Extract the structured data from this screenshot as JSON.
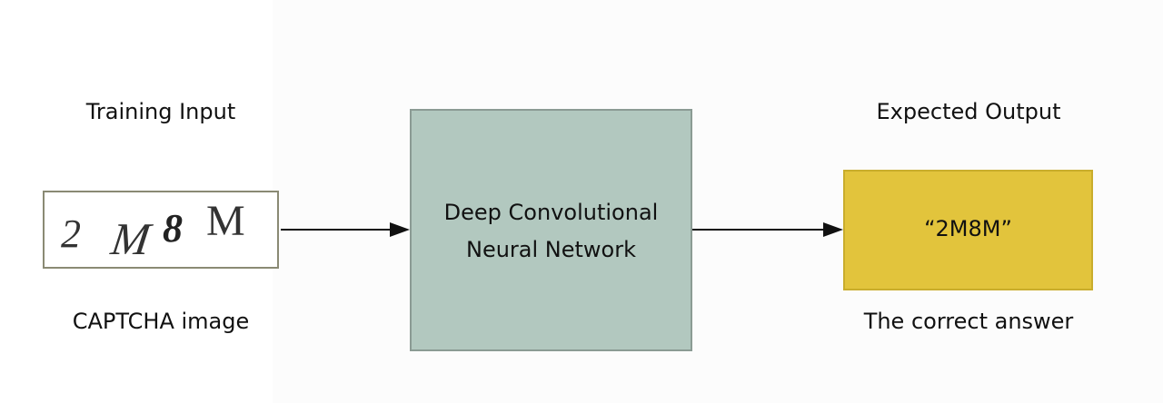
{
  "input": {
    "heading": "Training Input",
    "captcha_chars": [
      "2",
      "M",
      "8",
      "M"
    ],
    "caption": "CAPTCHA image"
  },
  "network": {
    "line1": "Deep Convolutional",
    "line2": "Neural Network",
    "fill_color": "#b2c8bf"
  },
  "output": {
    "heading": "Expected Output",
    "value": "“2M8M”",
    "caption": "The correct answer",
    "fill_color": "#e2c43c"
  },
  "icons": {
    "arrow_1": "right-arrow-icon",
    "arrow_2": "right-arrow-icon"
  }
}
